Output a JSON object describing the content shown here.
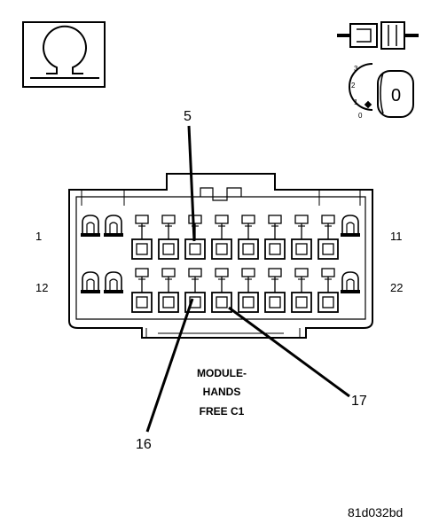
{
  "meter_symbol": "ohm-icon",
  "ignition": {
    "key_position_labels": [
      "3",
      "2",
      "1",
      "0"
    ],
    "key_label": "0"
  },
  "connector": {
    "name_lines": [
      "MODULE-",
      "HANDS",
      "FREE C1"
    ],
    "pin_end_labels": {
      "top_left": "1",
      "top_right": "11",
      "bottom_left": "12",
      "bottom_right": "22"
    },
    "callouts": [
      "5",
      "16",
      "17"
    ]
  },
  "figure_code": "81d032bd"
}
